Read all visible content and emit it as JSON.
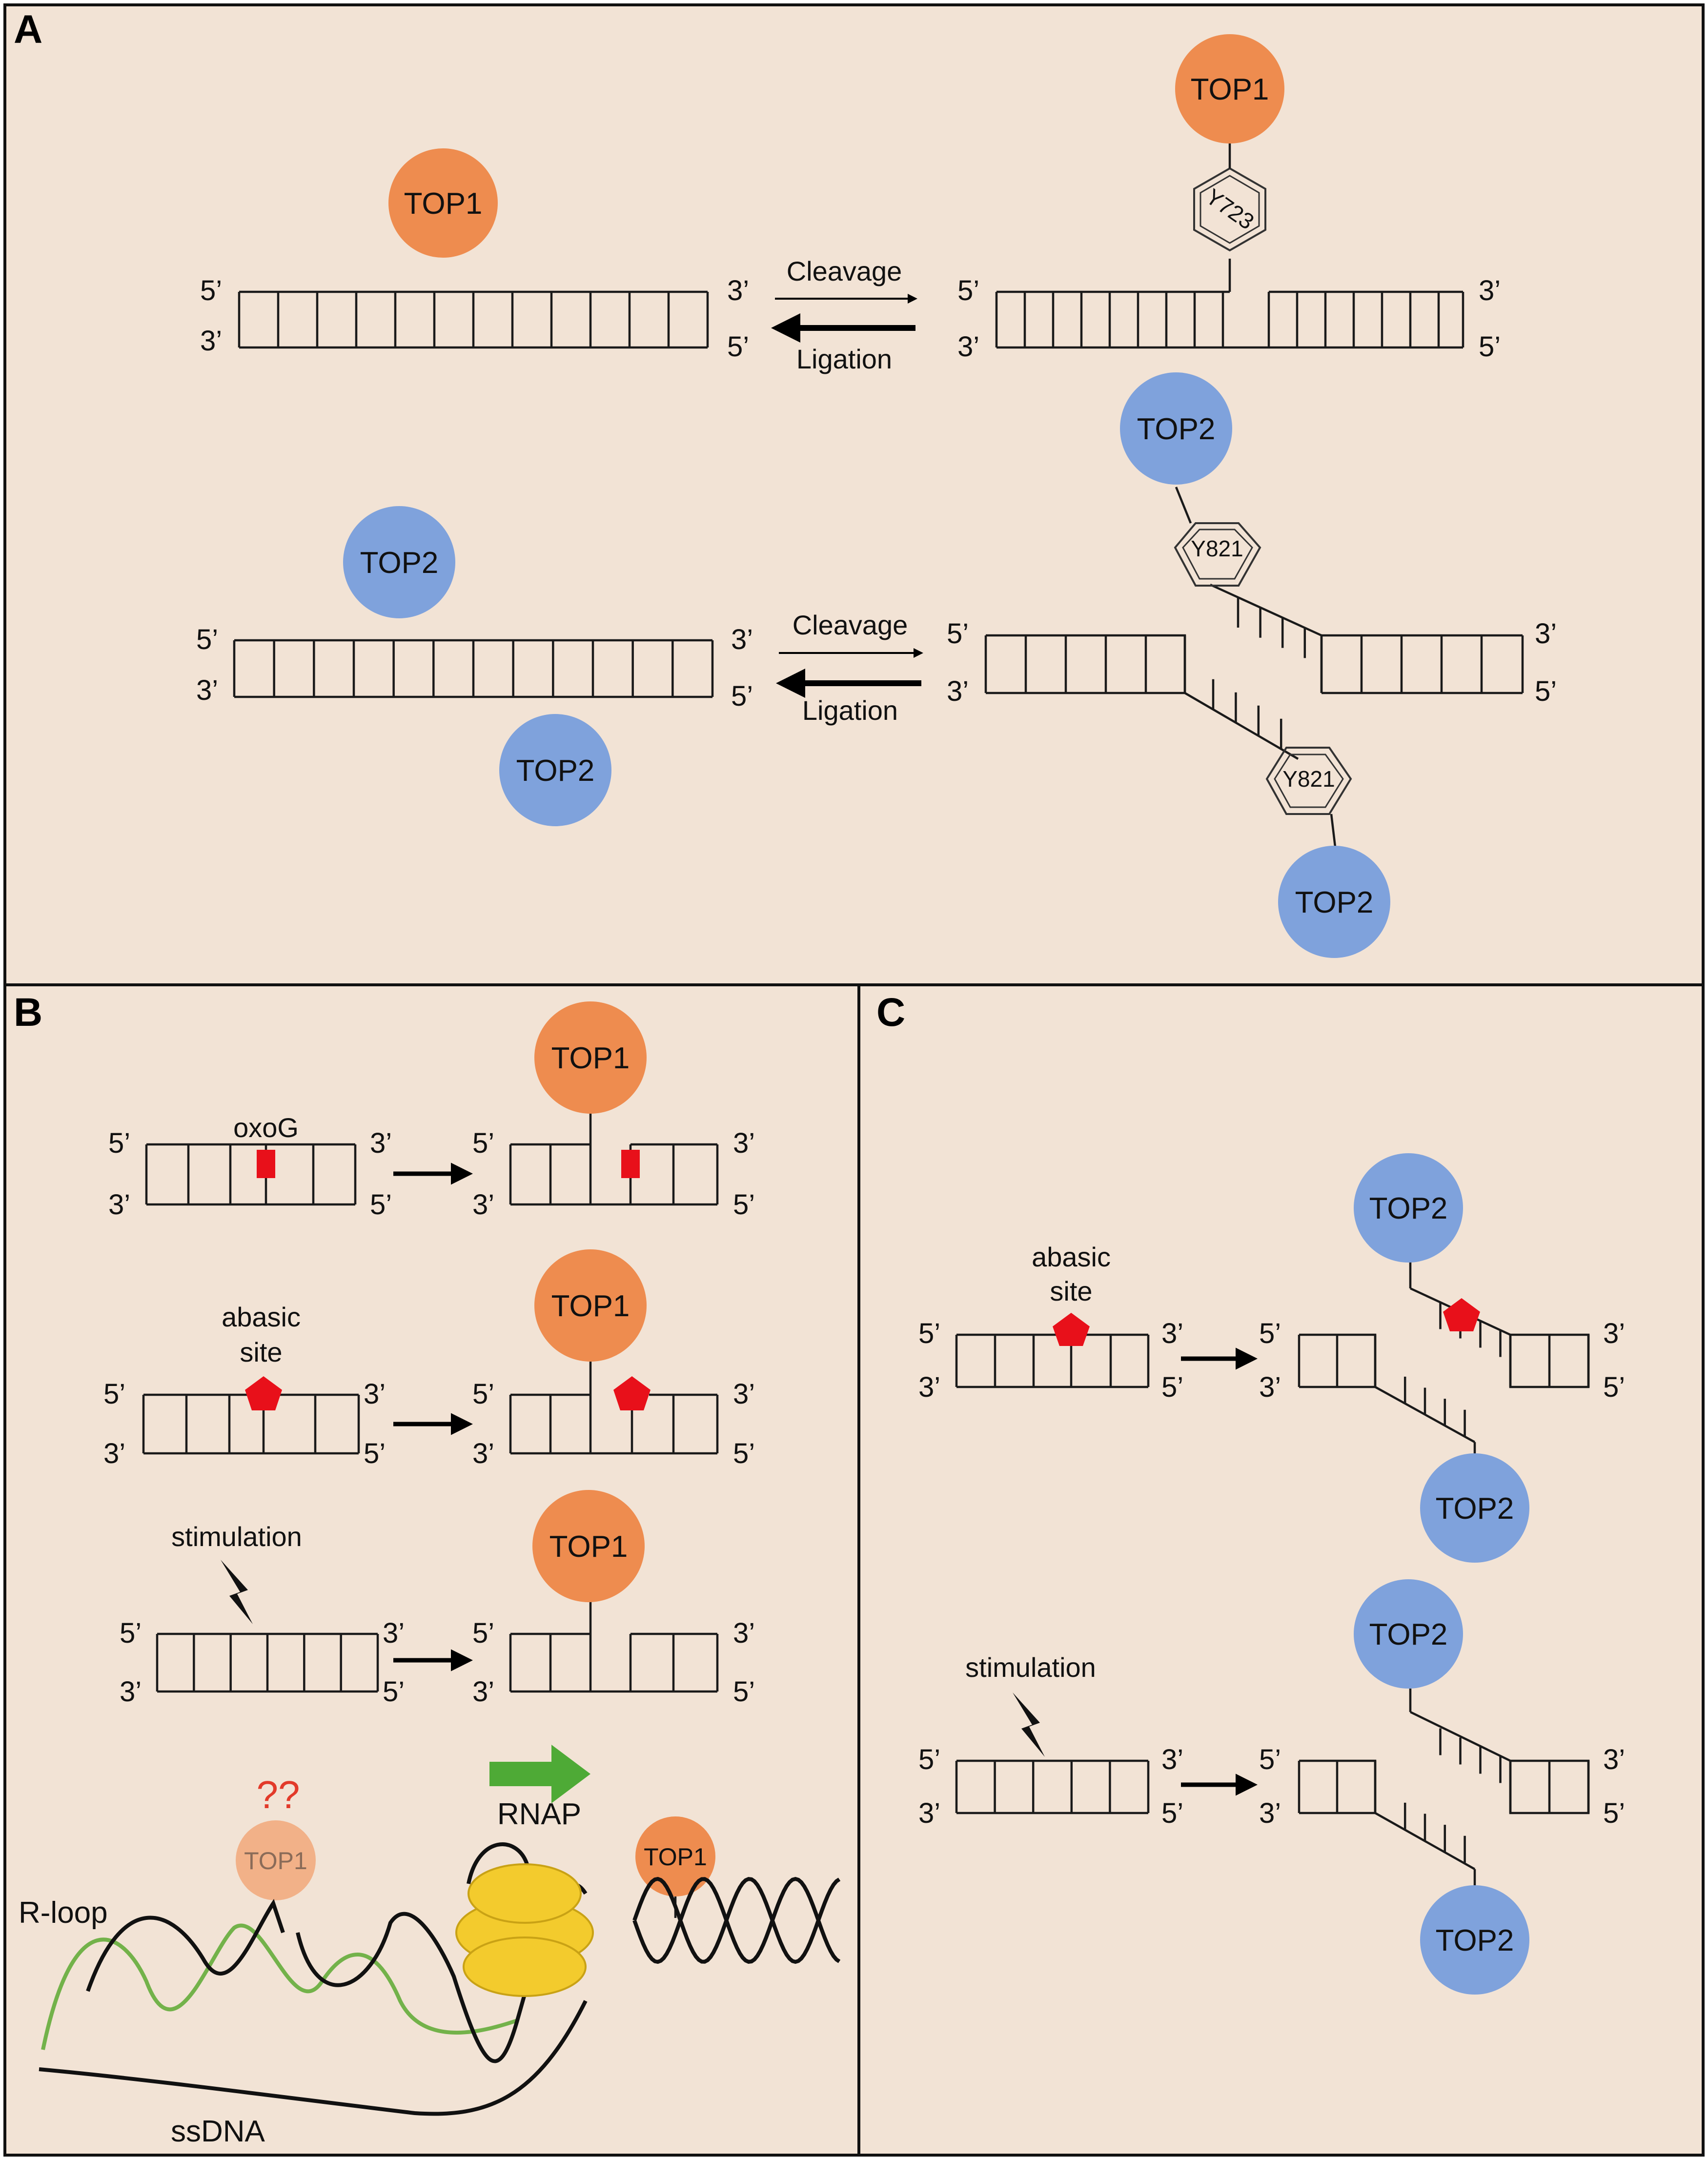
{
  "colors": {
    "background": "#f2e3d5",
    "top1": "#ee8c4f",
    "top2": "#7fa2dc",
    "lesion": "#e8101a",
    "rnap": "#f3cb2d",
    "transcription_arrow": "#4eaa36",
    "rna_strand": "#73b24a",
    "question_marks": "#e23a2a"
  },
  "panels": {
    "a": {
      "letter": "A"
    },
    "b": {
      "letter": "B"
    },
    "c": {
      "letter": "C"
    }
  },
  "proteins": {
    "top1": "TOP1",
    "top2": "TOP2"
  },
  "tyrosines": {
    "top1": "Y723",
    "top2": "Y821"
  },
  "reactions": {
    "forward": "Cleavage",
    "reverse": "Ligation"
  },
  "ends": {
    "five": "5’",
    "three": "3’"
  },
  "lesions": {
    "oxog": "oxoG",
    "abasic_line1": "abasic",
    "abasic_line2": "site",
    "stimulation": "stimulation"
  },
  "transcription": {
    "question": "??",
    "rnap": "RNAP",
    "r_loop": "R-loop",
    "ssdna": "ssDNA"
  }
}
